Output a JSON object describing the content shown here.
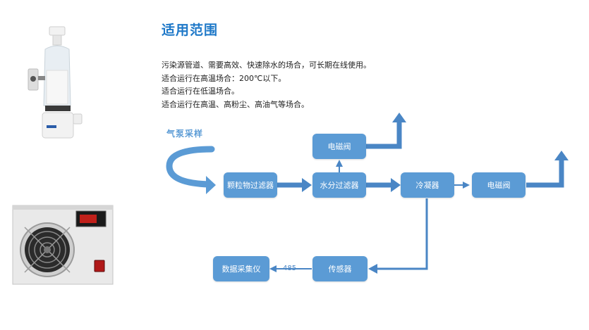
{
  "section": {
    "title": "适用范围",
    "lines": [
      "污染源管道、需要高效、快速除水的场合，可长期在线使用。",
      "适合运行在高温场合：200℃以下。",
      "适合运行在低温场合。",
      "适合运行在高温、高粉尘、高油气等场合。"
    ]
  },
  "diagram": {
    "sample_label": "气泵采样",
    "signal_label": "485",
    "nodes": {
      "particle_filter": "颗粒物过滤器",
      "water_filter": "水分过滤器",
      "solenoid_top": "电磁阀",
      "condenser": "冷凝器",
      "solenoid_right": "电磁阀",
      "sensor": "传感器",
      "data_collector": "数据采集仪"
    }
  },
  "colors": {
    "title": "#1e78c8",
    "node_fill": "#5b9bd5",
    "arrow": "#4a86c5"
  }
}
